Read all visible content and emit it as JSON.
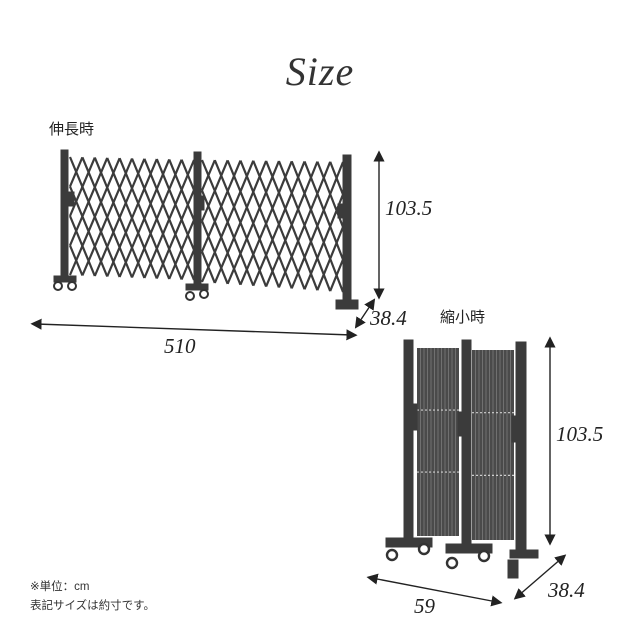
{
  "title": "Size",
  "extended": {
    "label": "伸長時",
    "width": "510",
    "height": "103.5",
    "depth": "38.4"
  },
  "retracted": {
    "label": "縮小時",
    "width": "59",
    "height": "103.5",
    "depth": "38.4"
  },
  "notes": {
    "unit": "※単位：cm",
    "approx": "表記サイズは約寸です。"
  },
  "colors": {
    "gate": "#3b3b3b",
    "gate_dark": "#2a2a2a",
    "line": "#222222"
  }
}
